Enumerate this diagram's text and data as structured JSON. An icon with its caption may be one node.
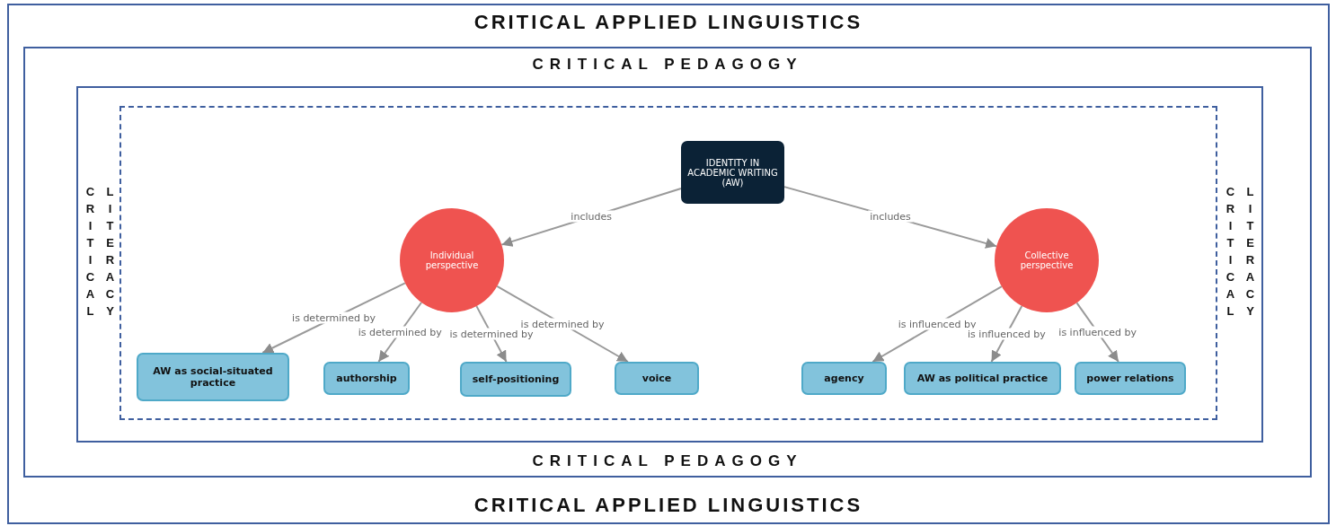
{
  "diagram": {
    "nodes": [
      {
        "text": [
          "CRITICAL APPLIED LINGUISTICS",
          "CRITICAL APPLIED LINGUISTICS"
        ]
      },
      {
        "text": [
          "CRITICAL PEDAGOGY",
          "CRITICAL PEDAGOGY"
        ],
        "in": 0
      },
      {
        "text": [
          "CRITICAL LITERACY",
          "CRITICAL LITERACY"
        ],
        "in": 1
      },
      {
        "text": [],
        "shape": "box",
        "in": 2
      },
      {
        "text": [
          "IDENTITY IN ACADEMIC WRITING (AW)"
        ],
        "in": 3
      },
      {
        "text": [
          "Individual perspective"
        ],
        "in": 3
      },
      {
        "text": [
          "Collective perspective"
        ],
        "in": 3
      },
      {
        "text": [
          "AW as social-situated practice"
        ],
        "in": 3
      },
      {
        "text": [
          "authorship"
        ],
        "in": 3
      },
      {
        "text": [
          "self-positioning"
        ],
        "in": 3
      },
      {
        "text": [
          "voice"
        ],
        "in": 3
      },
      {
        "text": [
          "agency"
        ],
        "in": 3
      },
      {
        "text": [
          "AW as political practice"
        ],
        "in": 3
      },
      {
        "text": [
          "power relations"
        ],
        "in": 3
      }
    ],
    "edges": [
      {
        "from": 4,
        "to": 5,
        "arrow": "to",
        "label": "includes"
      },
      {
        "from": 4,
        "to": 6,
        "arrow": "to",
        "label": "includes"
      },
      {
        "from": 5,
        "to": 7,
        "arrow": "to",
        "label": "is determined by"
      },
      {
        "from": 5,
        "to": 8,
        "arrow": "to",
        "label": "is determined by"
      },
      {
        "from": 5,
        "to": 9,
        "arrow": "to",
        "label": "is determined by"
      },
      {
        "from": 5,
        "to": 10,
        "arrow": "to",
        "label": "is determined by"
      },
      {
        "from": 6,
        "to": 11,
        "arrow": "to",
        "label": "is influenced by"
      },
      {
        "from": 6,
        "to": 12,
        "arrow": "to",
        "label": "is influenced by"
      },
      {
        "from": 6,
        "to": 13,
        "arrow": "to",
        "label": "is influenced by"
      }
    ]
  }
}
